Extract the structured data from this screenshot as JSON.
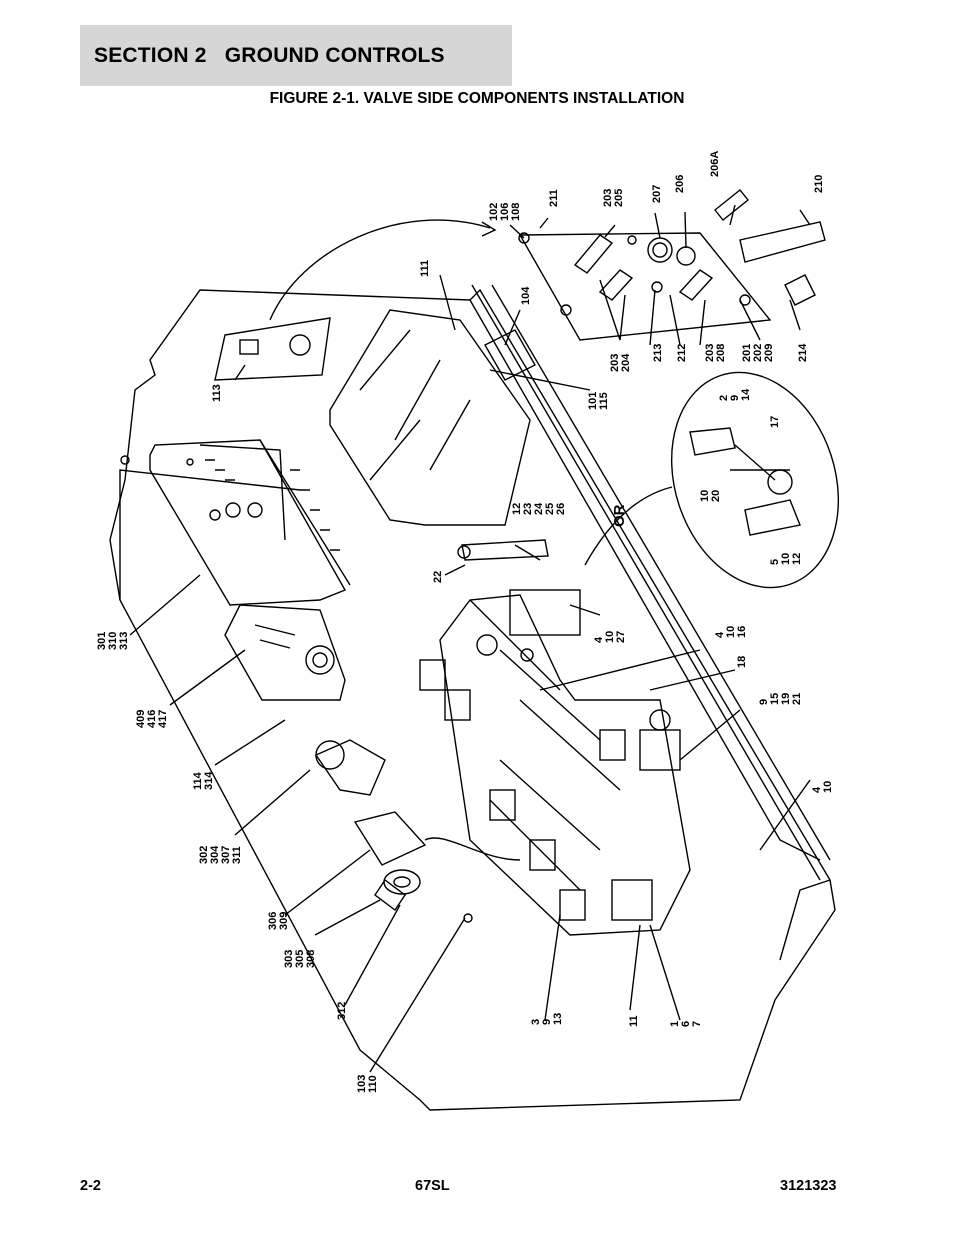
{
  "header": {
    "section": "SECTION 2   GROUND CONTROLS"
  },
  "figure": {
    "title": "FIGURE 2-1. VALVE SIDE COMPONENTS INSTALLATION"
  },
  "callouts": [
    [
      "102",
      "106",
      "108"
    ],
    [
      "211"
    ],
    [
      "203",
      "205"
    ],
    [
      "207"
    ],
    [
      "206"
    ],
    [
      "206A"
    ],
    [
      "210"
    ],
    [
      "111"
    ],
    [
      "104"
    ],
    [
      "203",
      "204"
    ],
    [
      "213"
    ],
    [
      "212"
    ],
    [
      "203",
      "208"
    ],
    [
      "201",
      "202",
      "209"
    ],
    [
      "214"
    ],
    [
      "113"
    ],
    [
      "101",
      "115"
    ],
    [
      "2",
      "9",
      "14"
    ],
    [
      "17"
    ],
    [
      "10",
      "20"
    ],
    [
      "5",
      "10",
      "12"
    ],
    [
      "12",
      "23",
      "24",
      "25",
      "26"
    ],
    [
      "OR"
    ],
    [
      "22"
    ],
    [
      "4",
      "10",
      "27"
    ],
    [
      "4",
      "10",
      "16"
    ],
    [
      "18"
    ],
    [
      "9",
      "15",
      "19",
      "21"
    ],
    [
      "4",
      "10"
    ],
    [
      "301",
      "310",
      "313"
    ],
    [
      "409",
      "416",
      "417"
    ],
    [
      "114",
      "314"
    ],
    [
      "302",
      "304",
      "307",
      "311"
    ],
    [
      "306",
      "309"
    ],
    [
      "303",
      "305",
      "308"
    ],
    [
      "312"
    ],
    [
      "103",
      "110"
    ],
    [
      "3",
      "9",
      "13"
    ],
    [
      "11"
    ],
    [
      "1",
      "6",
      "7"
    ]
  ],
  "footer": {
    "page": "2-2",
    "model": "67SL",
    "doc_number": "3121323"
  }
}
